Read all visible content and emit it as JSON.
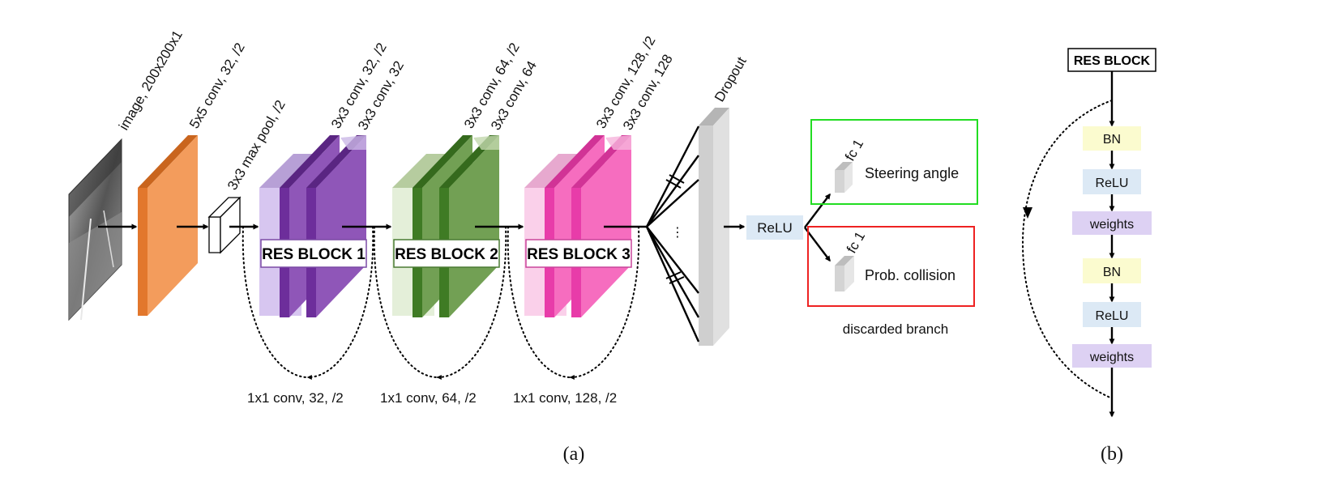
{
  "panel_a": {
    "layer_labels": {
      "image": "image, 200x200x1",
      "conv5": "5x5 conv, 32, /2",
      "maxpool": "3x3 max pool, /2",
      "rb1_conv_a": "3x3 conv, 32, /2",
      "rb1_conv_b": "3x3 conv, 32",
      "rb2_conv_a": "3x3 conv, 64, /2",
      "rb2_conv_b": "3x3 conv, 64",
      "rb3_conv_a": "3x3 conv, 128, /2",
      "rb3_conv_b": "3x3 conv, 128",
      "dropout": "Dropout"
    },
    "res_blocks": [
      "RES BLOCK 1",
      "RES BLOCK 2",
      "RES BLOCK 3"
    ],
    "shortcut_labels": [
      "1x1 conv, 32, /2",
      "1x1 conv, 64, /2",
      "1x1 conv, 128, /2"
    ],
    "dropout_ellipsis": "⋮",
    "relu": "ReLU",
    "heads": [
      {
        "fc": "fc 1",
        "name": "Steering angle",
        "border_color": "#22dd22"
      },
      {
        "fc": "fc 1",
        "name": "Prob. collision",
        "border_color": "#ee2222"
      }
    ],
    "discarded": "discarded branch",
    "caption": "(a)",
    "colors": {
      "conv5": "#f39c5c",
      "rb1": "#8f56b8",
      "rb2": "#72a054",
      "rb3": "#f66dbf",
      "dropout": "#e0e0e0",
      "relu_fill": "#dce9f5"
    }
  },
  "panel_b": {
    "title": "RES BLOCK",
    "steps": [
      "BN",
      "ReLU",
      "weights",
      "BN",
      "ReLU",
      "weights"
    ],
    "caption": "(b)",
    "colors": {
      "BN": "#fbfbcf",
      "ReLU": "#dce9f5",
      "weights": "#ddd1f3"
    }
  }
}
